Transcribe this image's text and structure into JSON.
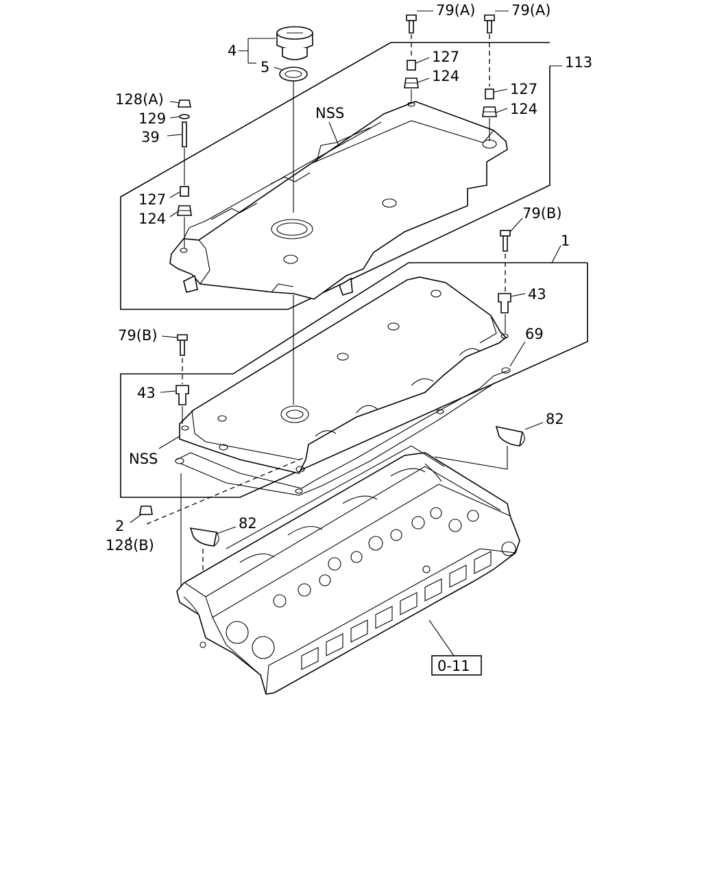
{
  "labels": {
    "cap": "4",
    "cap_seal": "5",
    "bolt_a_1": "79(A)",
    "bolt_a_2": "79(A)",
    "collar_1": "127",
    "grommet_1": "124",
    "collar_2": "127",
    "grommet_2": "124",
    "cover_assembly": "113",
    "nut_a": "128(A)",
    "washer": "129",
    "stud": "39",
    "collar_3": "127",
    "grommet_3": "124",
    "nss_upper": "NSS",
    "bolt_b_1": "79(B)",
    "head_cover": "1",
    "spacer_1": "43",
    "gasket": "69",
    "bolt_b_2": "79(B)",
    "spacer_2": "43",
    "nss_lower": "NSS",
    "plug_1": "82",
    "plug_2": "82",
    "nut_b_index": "2",
    "nut_b_sep": ",",
    "nut_b": "128(B)",
    "ref_box": "0-11"
  }
}
